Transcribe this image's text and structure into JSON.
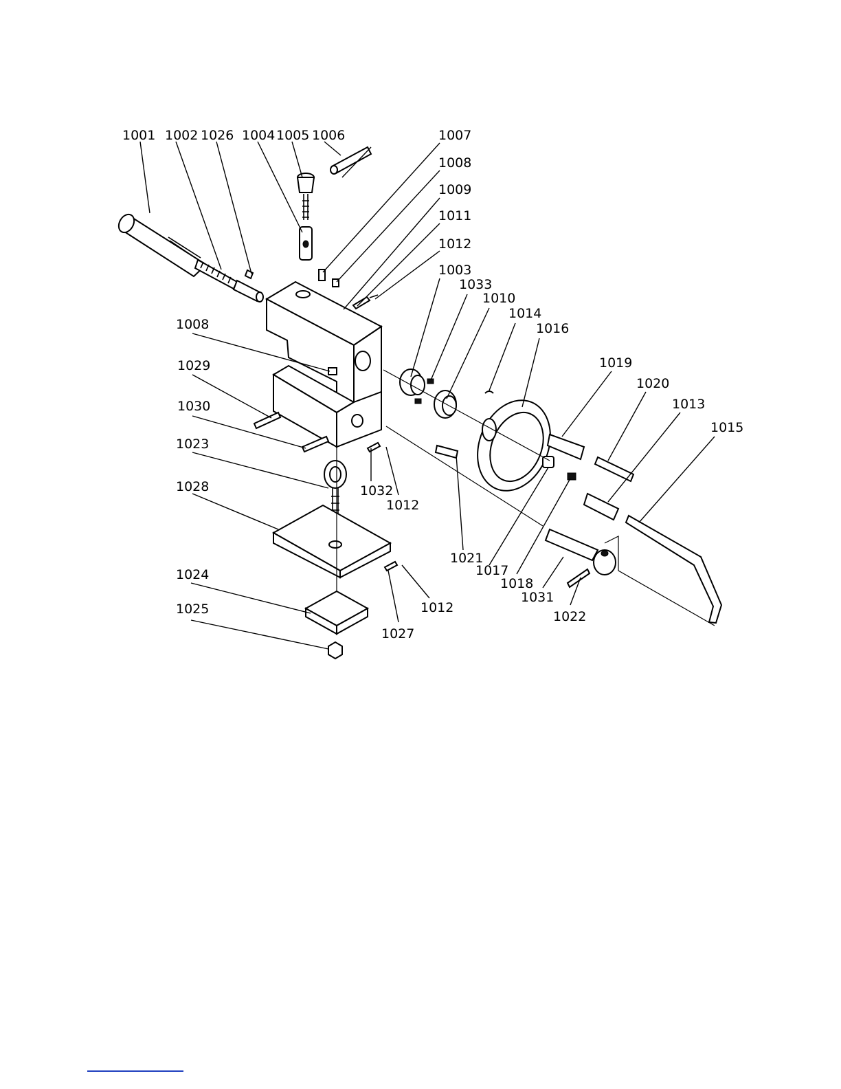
{
  "labels": {
    "p1001": "1001",
    "p1002": "1002",
    "p1026a": "1026",
    "p1004": "1004",
    "p1005": "1005",
    "p1006": "1006",
    "p1007": "1007",
    "p1008a": "1008",
    "p1009": "1009",
    "p1011": "1011",
    "p1012a": "1012",
    "p1003": "1003",
    "p1033": "1033",
    "p1010": "1010",
    "p1014": "1014",
    "p1016": "1016",
    "p1008b": "1008",
    "p1029": "1029",
    "p1030": "1030",
    "p1023": "1023",
    "p1028": "1028",
    "p1019": "1019",
    "p1020": "1020",
    "p1013": "1013",
    "p1015": "1015",
    "p1032": "1032",
    "p1012b": "1012",
    "p1021": "1021",
    "p1017": "1017",
    "p1018": "1018",
    "p1031": "1031",
    "p1022": "1022",
    "p1024": "1024",
    "p1025": "1025",
    "p1027": "1027",
    "p1012c": "1012"
  }
}
